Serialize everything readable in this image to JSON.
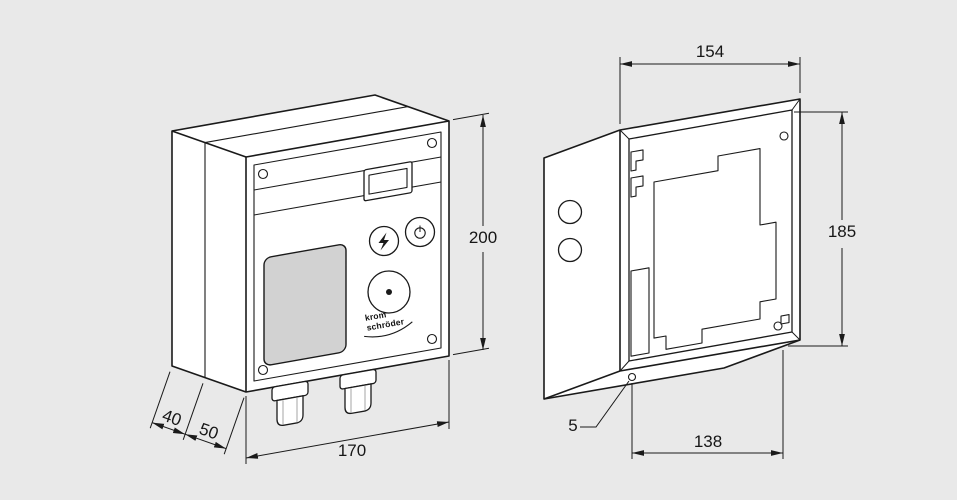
{
  "drawing": {
    "type": "technical-dimension-drawing",
    "colors": {
      "background": "#e9e9e9",
      "line": "#1a1a1a",
      "window_fill": "#d2d2d2",
      "face": "#ffffff"
    },
    "views": {
      "front": {
        "label": "front-isometric-view",
        "logo": {
          "line1": "krom",
          "line2": "schröder"
        },
        "dims": {
          "height": "200",
          "width": "170",
          "depth_rear": "40",
          "depth_front": "50"
        }
      },
      "rear": {
        "label": "rear-housing-open-view",
        "dims": {
          "width_top": "154",
          "height_right": "185",
          "width_bottom": "138",
          "hole": "5"
        }
      }
    }
  }
}
